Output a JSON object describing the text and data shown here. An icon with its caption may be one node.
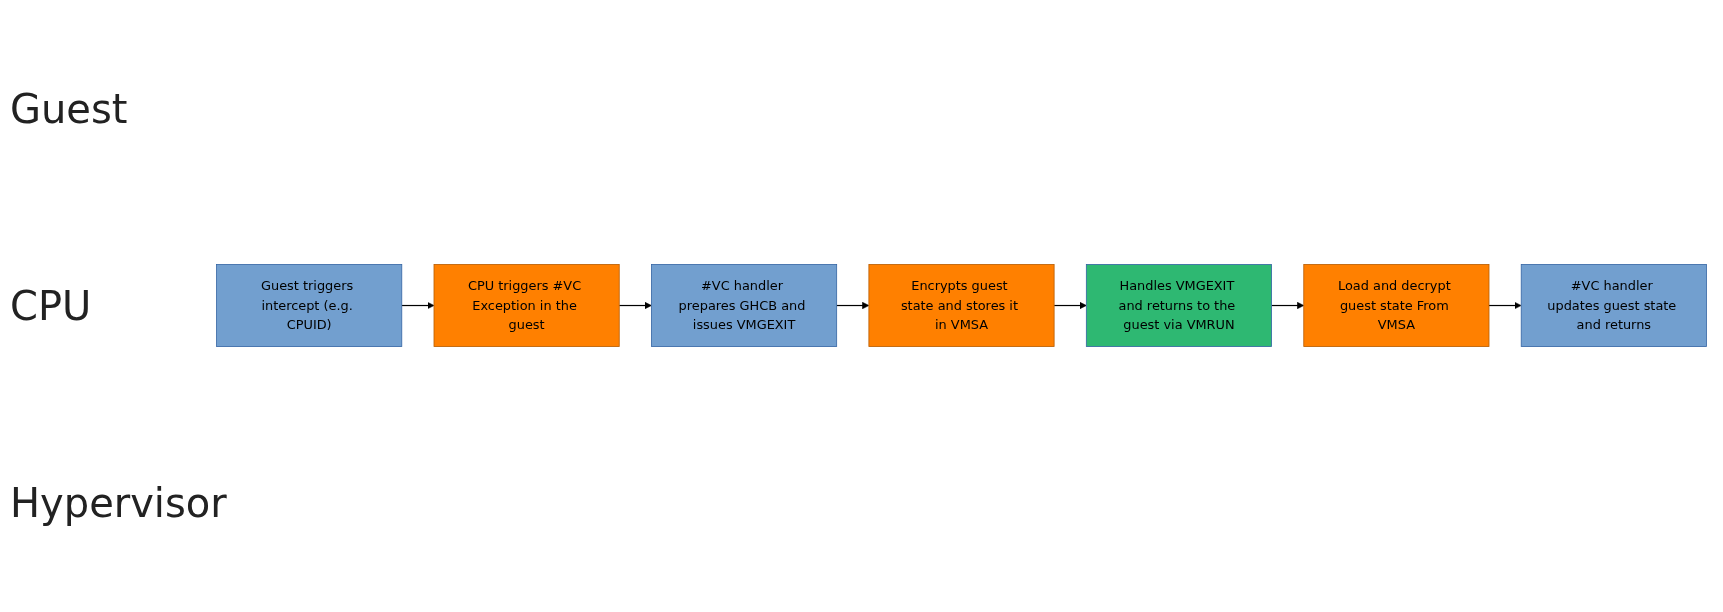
{
  "diagram": {
    "nodes": [
      {
        "text": [
          "Guest triggers intercept (e.g. CPUID)"
        ]
      },
      {
        "text": [
          "#VC handler prepares GHCB and issues VMGEXIT"
        ]
      },
      {
        "text": [
          "#VC handler updates guest state and returns"
        ]
      },
      {
        "text": [
          "CPU triggers #VC Exception in the guest"
        ]
      },
      {
        "text": [
          "Encrypts guest state and stores it in VMSA"
        ]
      },
      {
        "text": [
          "Load and decrypt guest state From VMSA"
        ]
      },
      {
        "text": [
          "Handles VMGEXIT and returns to the guest via VMRUN"
        ]
      }
    ],
    "edges": [
      {
        "from": 0,
        "to": 3,
        "arrow": "to"
      },
      {
        "from": 3,
        "to": 1,
        "arrow": "to"
      },
      {
        "from": 1,
        "to": 4,
        "arrow": "to"
      },
      {
        "from": 4,
        "to": 6,
        "arrow": "to"
      },
      {
        "from": 6,
        "to": 5,
        "arrow": "to"
      },
      {
        "from": 5,
        "to": 2,
        "arrow": "to"
      }
    ],
    "labels": [
      "Guest",
      "CPU",
      "Hypervisor"
    ]
  }
}
